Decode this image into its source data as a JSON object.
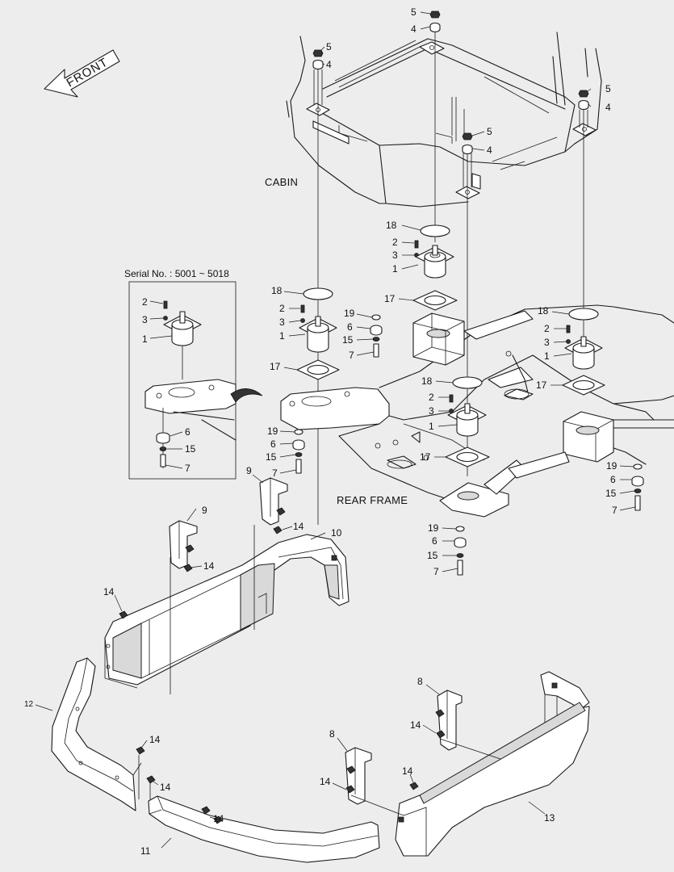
{
  "labels": {
    "front": "FRONT",
    "cabin": "CABIN",
    "rear_frame": "REAR FRAME",
    "serial": "Serial No. : 5001 ~ 5018"
  },
  "callouts": {
    "c5a": "5",
    "c4a": "4",
    "c5b": "5",
    "c4b": "4",
    "c5c": "5",
    "c4c": "4",
    "c5d": "5",
    "c4d": "4",
    "c18a": "18",
    "c2a": "2",
    "c3a": "3",
    "c1a": "1",
    "c18b": "18",
    "c2b": "2",
    "c3b": "3",
    "c1b": "1",
    "c18c": "18",
    "c2c": "2",
    "c3c": "3",
    "c1c": "1",
    "c18d": "18",
    "c2d": "2",
    "c3d": "3",
    "c1d": "1",
    "c17a": "17",
    "c17b": "17",
    "c17c": "17",
    "c17d": "17",
    "c19a": "19",
    "c6a": "6",
    "c15a": "15",
    "c7a": "7",
    "c19b": "19",
    "c6b": "6",
    "c15b": "15",
    "c7b": "7",
    "c19c": "19",
    "c6c": "6",
    "c15c": "15",
    "c7c": "7",
    "c19d": "19",
    "c6d": "6",
    "c15d": "15",
    "c7d": "7",
    "s2": "2",
    "s3": "3",
    "s1": "1",
    "s6": "6",
    "s15": "15",
    "s7": "7",
    "c9a": "9",
    "c9b": "9",
    "c10": "10",
    "c14a": "14",
    "c14b": "14",
    "c14c": "14",
    "c14d": "14",
    "c14e": "14",
    "c14f": "14",
    "c14g": "14",
    "c14h": "14",
    "c14i": "14",
    "c8a": "8",
    "c8b": "8",
    "c11": "11",
    "c12": "12",
    "c13": "13"
  }
}
